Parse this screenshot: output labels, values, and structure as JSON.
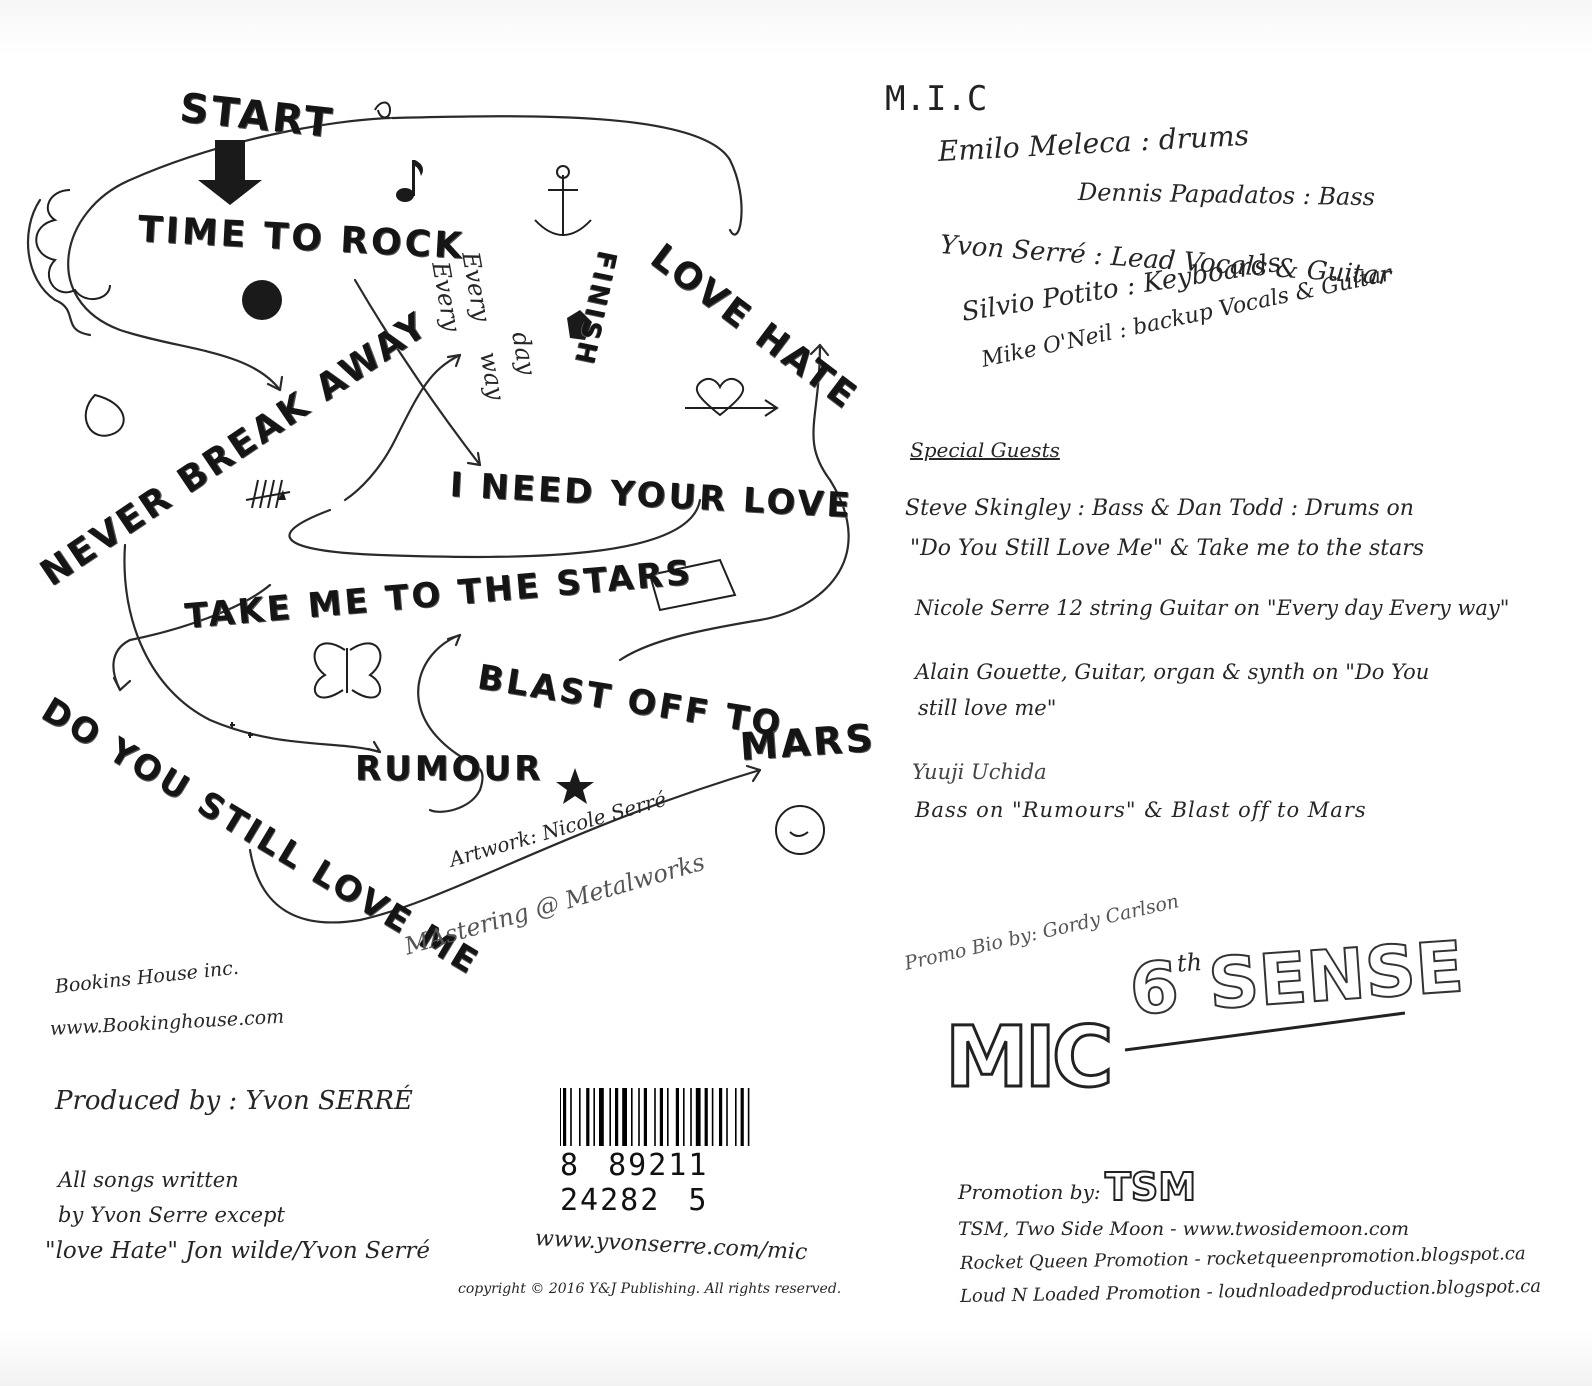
{
  "tracks": {
    "start": "START",
    "time_to_rock": "TIME TO ROCK",
    "never_break_away": "NEVER BREAK AWAY",
    "i_need_your_love": "I NEED YOUR LOVE",
    "take_me_to_the_stars": "TAKE ME TO THE STARS",
    "do_you_still_love_me": "DO YOU STILL LOVE ME",
    "rumour": "RUMOUR",
    "blast_off_to": "BLAST OFF TO",
    "mars": "MARS",
    "love_hate": "LOVE HATE",
    "finish": "FINISH",
    "every_1": "Every",
    "every_2": "Every",
    "day": "day",
    "way": "way"
  },
  "credits_map": {
    "artwork": "Artwork: Nicole Serré",
    "mastering": "MAstering @ Metalworks"
  },
  "band": {
    "title": "M.I.C",
    "members": [
      "Emilo Meleca : drums",
      "Dennis Papadatos : Bass",
      "Yvon Serré : Lead Vocals & Guitar",
      "Silvio Potito : Keyboards",
      "Mike O'Neil : backup Vocals & Guitar"
    ]
  },
  "guests": {
    "heading": "Special Guests",
    "lines": [
      "Steve Skingley : Bass & Dan Todd : Drums on",
      "\"Do You Still Love Me\" & Take me to the stars",
      "Nicole Serre 12 string Guitar on \"Every day Every way\"",
      "Alain Gouette, Guitar, organ & synth on \"Do You",
      "still love me\"",
      "Yuuji Uchida",
      "Bass on \"Rumours\" & Blast off to Mars"
    ]
  },
  "promo_bio": "Promo Bio by: Gordy Carlson",
  "logos": {
    "mic": "MIC",
    "sixth_num": "6",
    "sixth_sup": "th",
    "sixth_word": "SENSE",
    "tsm": "TSM"
  },
  "booking": {
    "name": "Bookins House inc.",
    "url": "www.Bookinghouse.com"
  },
  "produced": "Produced by : Yvon SERRÉ",
  "songs_written": [
    "All songs written",
    "by Yvon Serre except",
    "\"love Hate\" Jon wilde/Yvon Serré"
  ],
  "barcode": {
    "digits": "8 89211 24282 5"
  },
  "website": "www.yvonserre.com/mic",
  "copyright": "copyright © 2016 Y&J Publishing. All rights reserved.",
  "promotion": {
    "label": "Promotion by:",
    "lines": [
      "TSM, Two Side Moon - www.twosidemoon.com",
      "Rocket Queen Promotion - rocketqueenpromotion.blogspot.ca",
      "Loud N Loaded Promotion - loudnloadedproduction.blogspot.ca"
    ]
  }
}
